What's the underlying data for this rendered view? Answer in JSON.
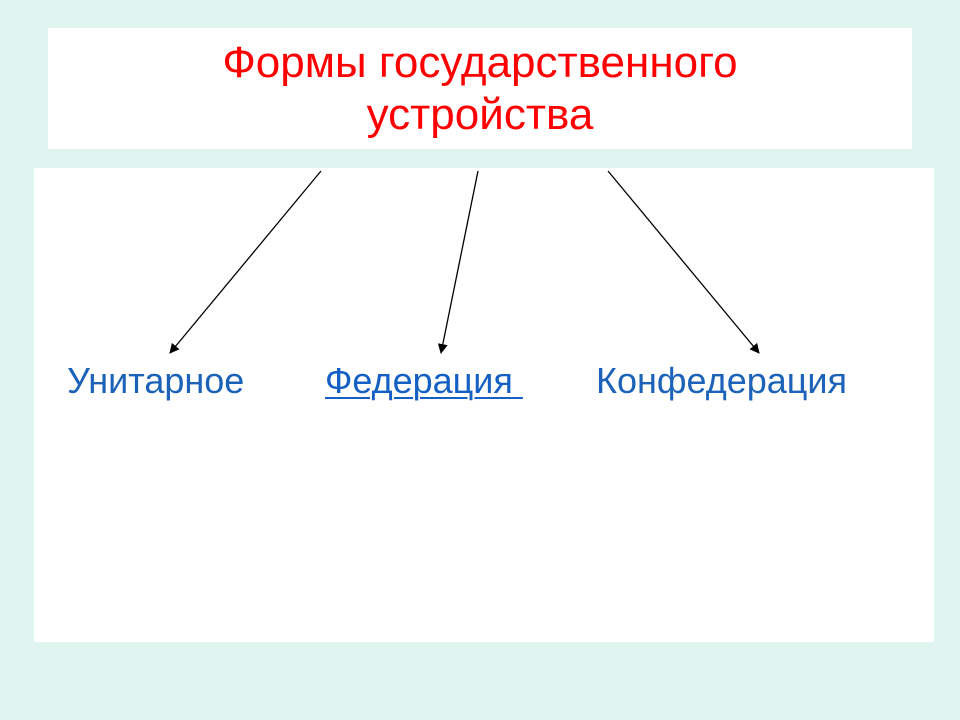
{
  "slide": {
    "title_lines": [
      "Формы государственного",
      "устройства"
    ],
    "colors": {
      "title": "#ff0000",
      "labels": "#1b62b8",
      "link": "#1560c4",
      "background": "#dff4ef"
    }
  },
  "diagram": {
    "nodes": [
      {
        "id": "unitary",
        "label": "Унитарное"
      },
      {
        "id": "federation",
        "label": "Федерация ",
        "is_link": true
      },
      {
        "id": "confederation",
        "label": "Конфедерация"
      }
    ],
    "edges": [
      {
        "from": "title",
        "to": "unitary"
      },
      {
        "from": "title",
        "to": "federation"
      },
      {
        "from": "title",
        "to": "confederation"
      }
    ]
  }
}
